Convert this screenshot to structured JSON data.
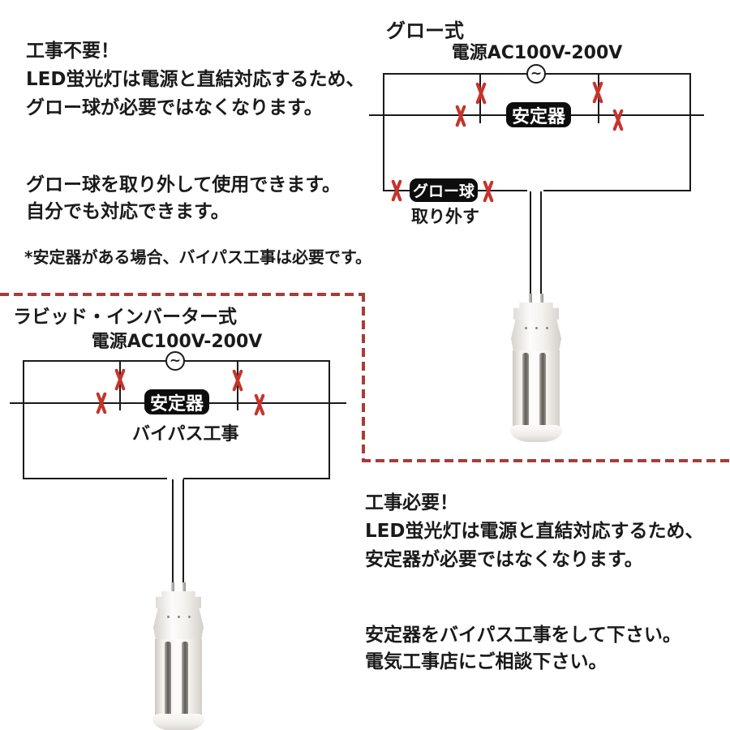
{
  "colors": {
    "text": "#1a1a1a",
    "wire": "#1a1a1a",
    "badge_bg": "#0d0d0d",
    "badge_text": "#ffffff",
    "x_mark": "#c5342b",
    "dashed": "#a93c38",
    "lamp_stripe": "#5e5b57"
  },
  "glow_section": {
    "diagram_title": "グロー式",
    "power_label": "電源AC100V-200V",
    "ac_symbol": "~",
    "ballast_label": "安定器",
    "glow_bulb_label": "グロー球",
    "remove_label": "取り外す",
    "headline": "工事不要！",
    "body_line1": "LED蛍光灯は電源と直結対応するため、",
    "body_line2": "グロー球が必要ではなくなります。",
    "body2_line1": "グロー球を取り外して使用できます。",
    "body2_line2": "自分でも対応できます。",
    "footnote": "*安定器がある場合、バイパス工事は必要です。"
  },
  "rapid_section": {
    "diagram_title": "ラビッド・インバーター式",
    "power_label": "電源AC100V-200V",
    "ac_symbol": "~",
    "ballast_label": "安定器",
    "bypass_label": "バイパス工事",
    "headline": "工事必要！",
    "body_line1": "LED蛍光灯は電源と直結対応するため、",
    "body_line2": "安定器が必要ではなくなります。",
    "body2_line1": "安定器をバイパス工事をして下さい。",
    "body2_line2": "電気工事店にご相談下さい。"
  }
}
